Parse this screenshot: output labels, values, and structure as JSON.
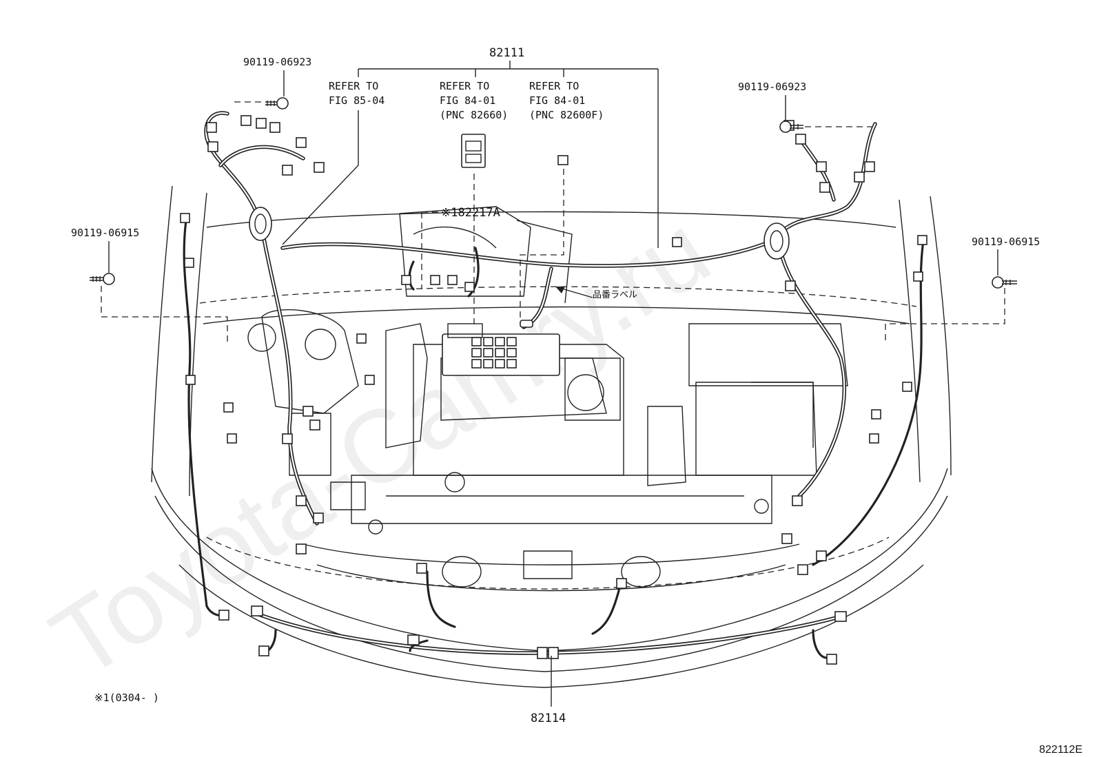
{
  "watermark": "Toyota-Camry.ru",
  "diagram_id": "822112E",
  "footnote": "※1(0304-     )",
  "label_tag": "品番ラベル",
  "parts": {
    "main_harness": "82111",
    "front_harness": "82114",
    "sub_part": "※182217A",
    "bolt_top_left": "90119-06923",
    "bolt_top_right": "90119-06923",
    "bolt_mid_left": "90119-06915",
    "bolt_mid_right": "90119-06915"
  },
  "references": [
    {
      "line1": "REFER TO",
      "line2": "FIG 85-04",
      "line3": ""
    },
    {
      "line1": "REFER TO",
      "line2": "FIG 84-01",
      "line3": "(PNC 82660)"
    },
    {
      "line1": "REFER TO",
      "line2": "FIG 84-01",
      "line3": "(PNC 82600F)"
    }
  ]
}
